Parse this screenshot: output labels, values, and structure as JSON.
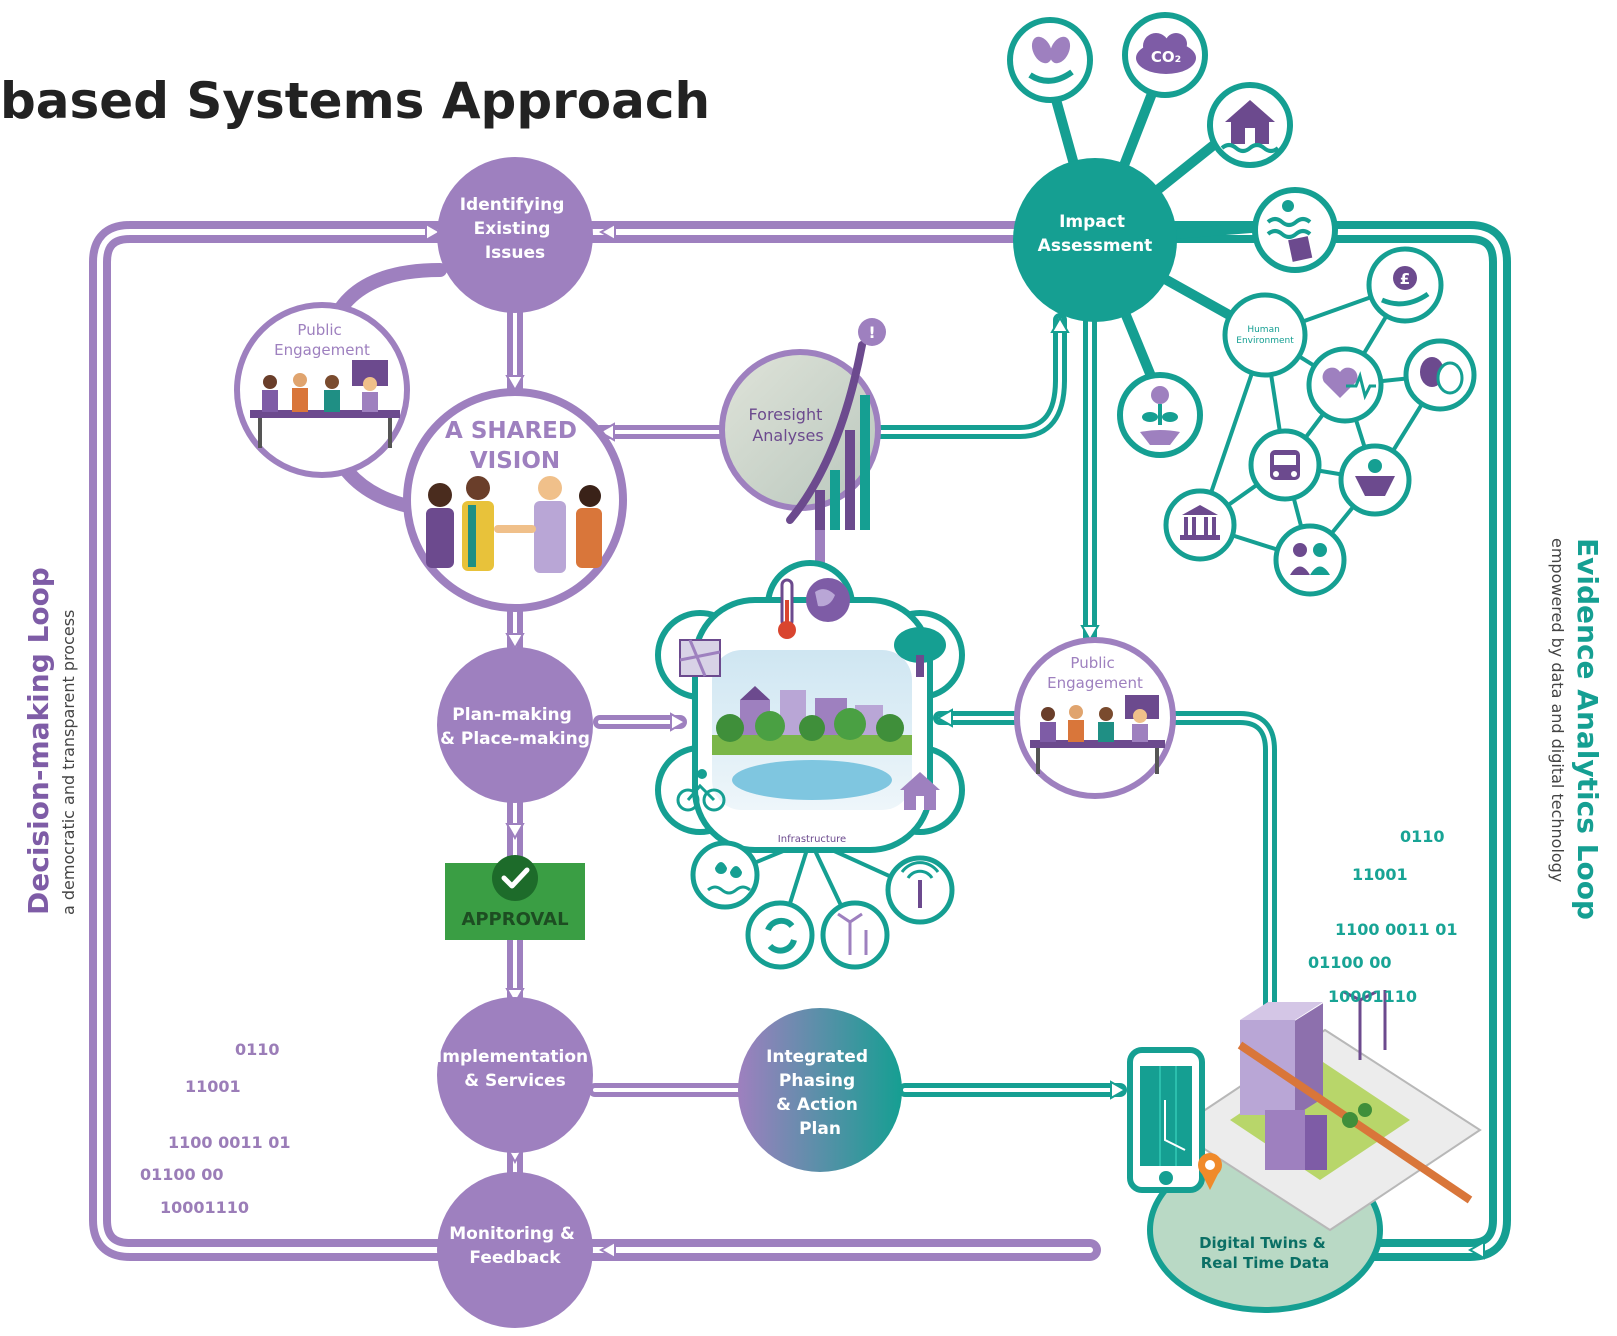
{
  "title": "based Systems Approach",
  "colors": {
    "purple": "#9e80bf",
    "purple_dark": "#6c4a8e",
    "teal": "#159f92",
    "teal_dark": "#0b7f74",
    "approval_green": "#3a9e44"
  },
  "decision_loop": {
    "title": "Decision-making Loop",
    "subtitle": "a democratic and transparent process"
  },
  "evidence_loop": {
    "title": "Evidence Analytics Loop",
    "subtitle": "empowered by data and digital technology"
  },
  "nodes": {
    "identifying": [
      "Identifying",
      "Existing",
      "Issues"
    ],
    "public_engagement_left": [
      "Public",
      "Engagement"
    ],
    "shared_vision": [
      "A SHARED",
      "VISION"
    ],
    "foresight": [
      "Foresight",
      "Analyses"
    ],
    "impact": [
      "Impact",
      "Assessment"
    ],
    "human_environment": [
      "Human",
      "Environment"
    ],
    "plan_making": [
      "Plan-making",
      "& Place-making"
    ],
    "infrastructure": "Infrastructure",
    "public_engagement_right": [
      "Public",
      "Engagement"
    ],
    "approval": "APPROVAL",
    "implementation": [
      "Implementation",
      "& Services"
    ],
    "integrated": [
      "Integrated",
      "Phasing",
      "& Action",
      "Plan"
    ],
    "monitoring": [
      "Monitoring &",
      "Feedback"
    ],
    "digital_twins": [
      "Digital Twins &",
      "Real Time Data"
    ]
  },
  "binary_left": [
    "0110",
    "11001",
    "1100 0011 01",
    "01100 00",
    "10001110"
  ],
  "binary_right": [
    "0110",
    "11001",
    "1100 0011 01",
    "01100 00",
    "10001110"
  ],
  "icons": {
    "impact_ring": [
      "plant-in-hand-icon",
      "co2-cloud-icon",
      "flooded-house-icon",
      "rising-sea-icon",
      "plant-roots-icon"
    ],
    "human_ring": [
      "money-in-hand-icon",
      "heart-pulse-icon",
      "theatre-masks-icon",
      "bus-icon",
      "wellbeing-person-icon",
      "civic-building-icon",
      "community-people-icon"
    ],
    "infrastructure_ring": [
      "thermometer-icon",
      "globe-icon",
      "map-icon",
      "tree-icon",
      "bicycle-icon",
      "heritage-building-icon",
      "water-drops-icon",
      "recycling-icon",
      "wind-turbines-icon",
      "mobile-mast-icon"
    ]
  }
}
